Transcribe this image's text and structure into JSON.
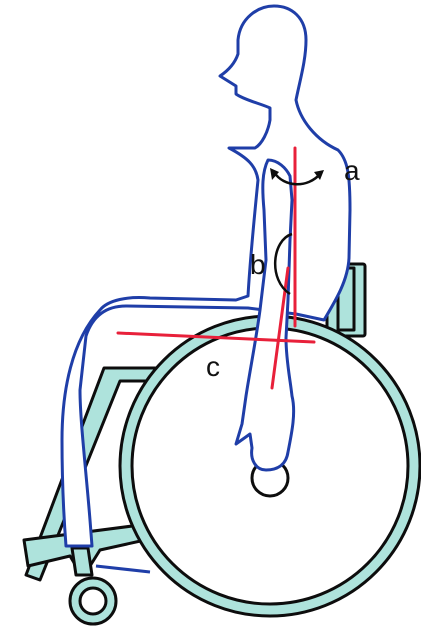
{
  "labels": {
    "a": "a",
    "b": "b",
    "c": "c"
  },
  "colors": {
    "body_outline": "#1f3ea8",
    "wheelchair_fill": "#aee3dc",
    "measure_line": "#e8203a",
    "outline_dark": "#0d0d0d"
  }
}
